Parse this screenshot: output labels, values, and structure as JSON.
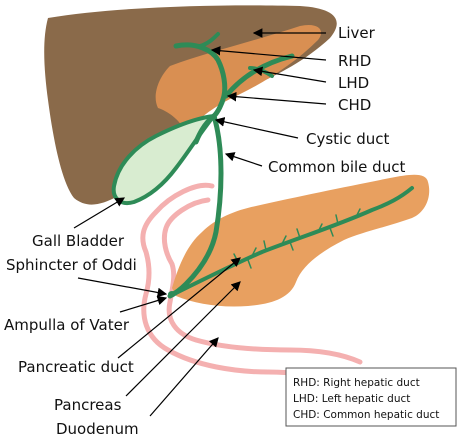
{
  "labels": {
    "liver": "Liver",
    "rhd": "RHD",
    "lhd": "LHD",
    "chd": "CHD",
    "cystic_duct": "Cystic duct",
    "common_bile_duct": "Common bile duct",
    "gall_bladder": "Gall Bladder",
    "sphincter": "Sphincter of Oddi",
    "ampulla": "Ampulla of Vater",
    "pancreatic_duct": "Pancreatic duct",
    "pancreas": "Pancreas",
    "duodenum": "Duodenum"
  },
  "legend": {
    "rhd": "RHD: Right hepatic duct",
    "lhd": "LHD: Left hepatic duct",
    "chd": "CHD: Common hepatic duct"
  },
  "colors": {
    "liver_dark": "#8a6a4a",
    "liver_light": "#d98f52",
    "pancreas": "#e8a060",
    "duct": "#2e8b57",
    "gallbladder_fill": "#d8ecd0",
    "duodenum": "#f4b0b0"
  }
}
